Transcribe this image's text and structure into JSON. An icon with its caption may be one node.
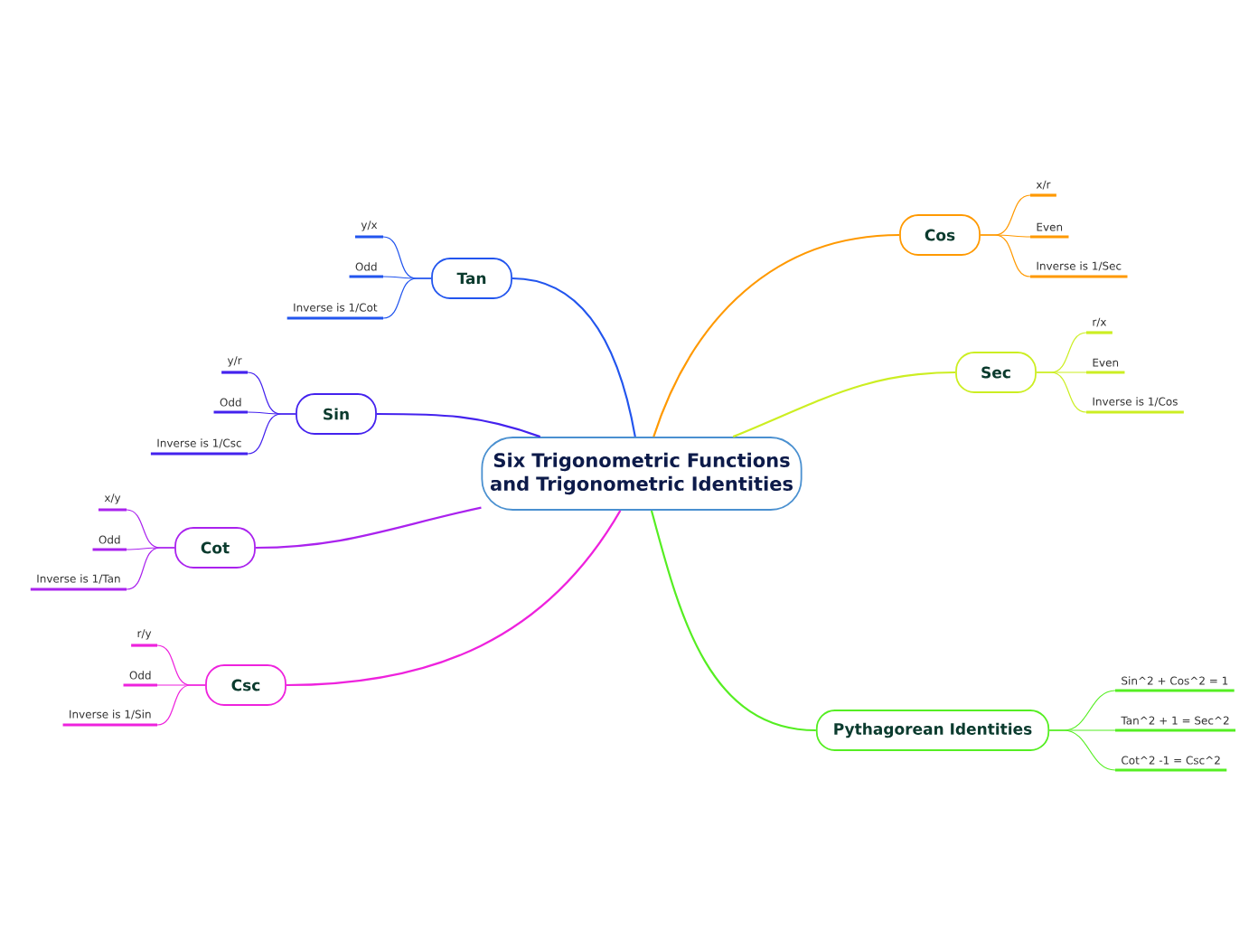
{
  "diagram": {
    "nodes": [
      {
        "text": [
          "Six Trigonometric Functions and Trigonometric Identities"
        ]
      },
      {
        "text": [
          "Tan"
        ]
      },
      {
        "text": [
          "y/x"
        ]
      },
      {
        "text": [
          "Odd"
        ]
      },
      {
        "text": [
          "Inverse is 1/Cot"
        ]
      },
      {
        "text": [
          "Sin"
        ]
      },
      {
        "text": [
          "y/r"
        ]
      },
      {
        "text": [
          "Odd"
        ]
      },
      {
        "text": [
          "Inverse is 1/Csc"
        ]
      },
      {
        "text": [
          "Cot"
        ]
      },
      {
        "text": [
          "x/y"
        ]
      },
      {
        "text": [
          "Odd"
        ]
      },
      {
        "text": [
          "Inverse is 1/Tan"
        ]
      },
      {
        "text": [
          "Csc"
        ]
      },
      {
        "text": [
          "r/y"
        ]
      },
      {
        "text": [
          "Odd"
        ]
      },
      {
        "text": [
          "Inverse is 1/Sin"
        ]
      },
      {
        "text": [
          "Cos"
        ]
      },
      {
        "text": [
          "x/r"
        ]
      },
      {
        "text": [
          "Even"
        ]
      },
      {
        "text": [
          "Inverse is 1/Sec"
        ]
      },
      {
        "text": [
          "Sec"
        ]
      },
      {
        "text": [
          "r/x"
        ]
      },
      {
        "text": [
          "Even"
        ]
      },
      {
        "text": [
          "Inverse is 1/Cos"
        ]
      },
      {
        "text": [
          "Pythagorean Identities"
        ]
      },
      {
        "text": [
          "Sin^2 + Cos^2 = 1"
        ]
      },
      {
        "text": [
          "Tan^2 + 1 = Sec^2"
        ]
      },
      {
        "text": [
          "Cot^2 -1 = Csc^2"
        ]
      }
    ],
    "edges": [
      {
        "from": 0,
        "to": 1,
        "arrow": "none",
        "color": "#2255ee"
      },
      {
        "from": 1,
        "to": 2,
        "arrow": "none",
        "color": "#2255ee"
      },
      {
        "from": 1,
        "to": 3,
        "arrow": "none",
        "color": "#2255ee"
      },
      {
        "from": 1,
        "to": 4,
        "arrow": "none",
        "color": "#2255ee"
      },
      {
        "from": 0,
        "to": 5,
        "arrow": "none",
        "color": "#4422ee"
      },
      {
        "from": 5,
        "to": 6,
        "arrow": "none",
        "color": "#4422ee"
      },
      {
        "from": 5,
        "to": 7,
        "arrow": "none",
        "color": "#4422ee"
      },
      {
        "from": 5,
        "to": 8,
        "arrow": "none",
        "color": "#4422ee"
      },
      {
        "from": 0,
        "to": 9,
        "arrow": "none",
        "color": "#aa22ee"
      },
      {
        "from": 9,
        "to": 10,
        "arrow": "none",
        "color": "#aa22ee"
      },
      {
        "from": 9,
        "to": 11,
        "arrow": "none",
        "color": "#aa22ee"
      },
      {
        "from": 9,
        "to": 12,
        "arrow": "none",
        "color": "#aa22ee"
      },
      {
        "from": 0,
        "to": 13,
        "arrow": "none",
        "color": "#ee22dd"
      },
      {
        "from": 13,
        "to": 14,
        "arrow": "none",
        "color": "#ee22dd"
      },
      {
        "from": 13,
        "to": 15,
        "arrow": "none",
        "color": "#ee22dd"
      },
      {
        "from": 13,
        "to": 16,
        "arrow": "none",
        "color": "#ee22dd"
      },
      {
        "from": 0,
        "to": 17,
        "arrow": "none",
        "color": "#ff9900"
      },
      {
        "from": 17,
        "to": 18,
        "arrow": "none",
        "color": "#ff9900"
      },
      {
        "from": 17,
        "to": 19,
        "arrow": "none",
        "color": "#ff9900"
      },
      {
        "from": 17,
        "to": 20,
        "arrow": "none",
        "color": "#ff9900"
      },
      {
        "from": 0,
        "to": 21,
        "arrow": "none",
        "color": "#ccee22"
      },
      {
        "from": 21,
        "to": 22,
        "arrow": "none",
        "color": "#ccee22"
      },
      {
        "from": 21,
        "to": 23,
        "arrow": "none",
        "color": "#ccee22"
      },
      {
        "from": 21,
        "to": 24,
        "arrow": "none",
        "color": "#ccee22"
      },
      {
        "from": 0,
        "to": 25,
        "arrow": "none",
        "color": "#55ee22"
      },
      {
        "from": 25,
        "to": 26,
        "arrow": "none",
        "color": "#55ee22"
      },
      {
        "from": 25,
        "to": 27,
        "arrow": "none",
        "color": "#55ee22"
      },
      {
        "from": 25,
        "to": 28,
        "arrow": "none",
        "color": "#55ee22"
      }
    ]
  }
}
